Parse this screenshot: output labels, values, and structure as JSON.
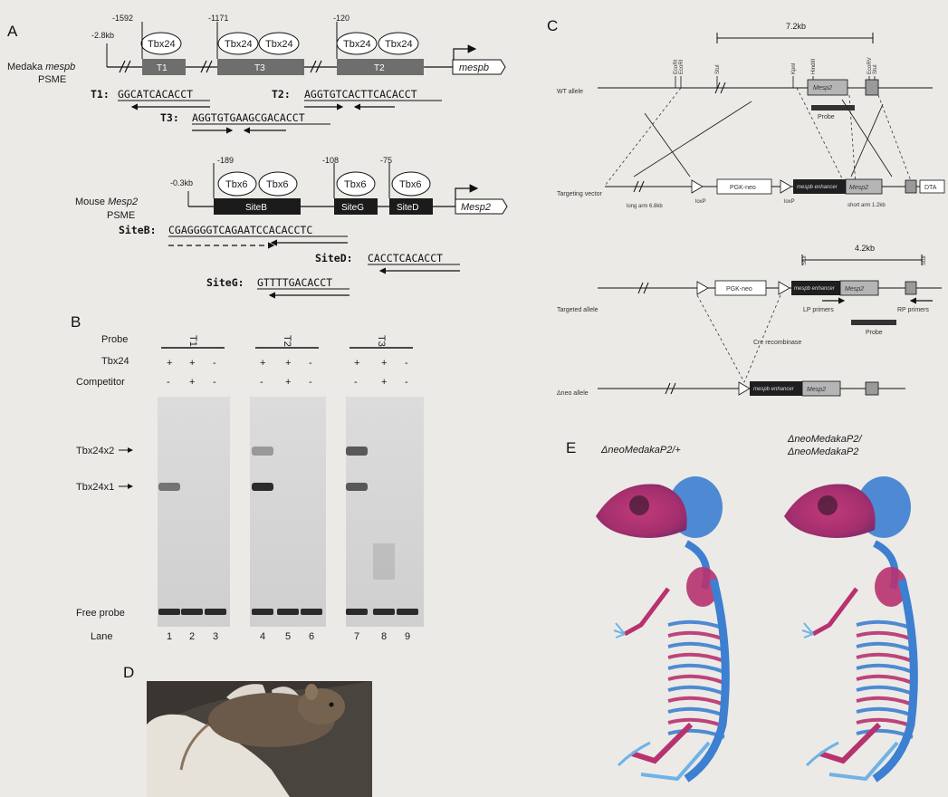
{
  "panel_labels": {
    "a": "A",
    "b": "B",
    "c": "C",
    "d": "D",
    "e": "E"
  },
  "panel_a": {
    "medaka_label_1": "Medaka",
    "medaka_label_gene": "mespb",
    "medaka_label_2": "PSME",
    "medaka_upstream": "-2.8kb",
    "medaka_positions": [
      "-1592",
      "-1171",
      "-120"
    ],
    "tbx24": "Tbx24",
    "medaka_sites": [
      "T1",
      "T3",
      "T2"
    ],
    "medaka_gene_box": "mespb",
    "seq_t1_label": "T1:",
    "seq_t1": "GGCATCACACCT",
    "seq_t2_label": "T2:",
    "seq_t2": "AGGTGTCACTTCACACCT",
    "seq_t3_label": "T3:",
    "seq_t3": "AGGTGTGAAGCGACACCT",
    "mouse_label_1": "Mouse",
    "mouse_label_gene": "Mesp2",
    "mouse_label_2": "PSME",
    "mouse_upstream": "-0.3kb",
    "mouse_positions": [
      "-189",
      "-108",
      "-75"
    ],
    "tbx6": "Tbx6",
    "mouse_sites": [
      "SiteB",
      "SiteG",
      "SiteD"
    ],
    "mouse_gene_box": "Mesp2",
    "seq_siteb_label": "SiteB:",
    "seq_siteb": "CGAGGGGTCAGAATCCACACCTC",
    "seq_sited_label": "SiteD:",
    "seq_sited": "CACCTCACACCT",
    "seq_siteg_label": "SiteG:",
    "seq_siteg": "GTTTTGACACCT"
  },
  "panel_b": {
    "row_probe": "Probe",
    "row_tbx24": "Tbx24",
    "row_competitor": "Competitor",
    "probes": [
      "T1",
      "T2",
      "T3"
    ],
    "tbx24_signs": [
      "+",
      "+",
      "-",
      "+",
      "+",
      "-",
      "+",
      "+",
      "-"
    ],
    "competitor_signs": [
      "-",
      "+",
      "-",
      "-",
      "+",
      "-",
      "-",
      "+",
      "-"
    ],
    "band_dimer": "Tbx24x2",
    "band_monomer": "Tbx24x1",
    "free_probe": "Free probe",
    "lane_label": "Lane",
    "lanes": [
      "1",
      "2",
      "3",
      "4",
      "5",
      "6",
      "7",
      "8",
      "9"
    ]
  },
  "panel_c": {
    "size_top": "7.2kb",
    "size_mid": "4.2kb",
    "sites_wt": [
      "EcoRI",
      "EcoRI",
      "StuI",
      "KpnI",
      "HindIII",
      "EcoRV",
      "StuI"
    ],
    "wt_allele": "WT allele",
    "probe": "Probe",
    "mesp2": "Mesp2",
    "targeting_vector": "Targeting vector",
    "long_arm": "long arm 6.8kb",
    "loxp": "loxP",
    "pgk_neo": "PGK-neo",
    "enhancer": "mespb enhancer",
    "short_arm": "short arm 1.2kb",
    "dta": "DTA",
    "targeted_allele": "Targeted allele",
    "stui": "StuI",
    "lp_primers": "LP primers",
    "rp_primers": "RP primers",
    "cre": "Cre recombinase",
    "dneo_allele": "Δneo allele"
  },
  "panel_e": {
    "genotype_left": "ΔneoMedakaP2/+",
    "genotype_right_1": "ΔneoMedakaP2/",
    "genotype_right_2": "ΔneoMedakaP2"
  }
}
